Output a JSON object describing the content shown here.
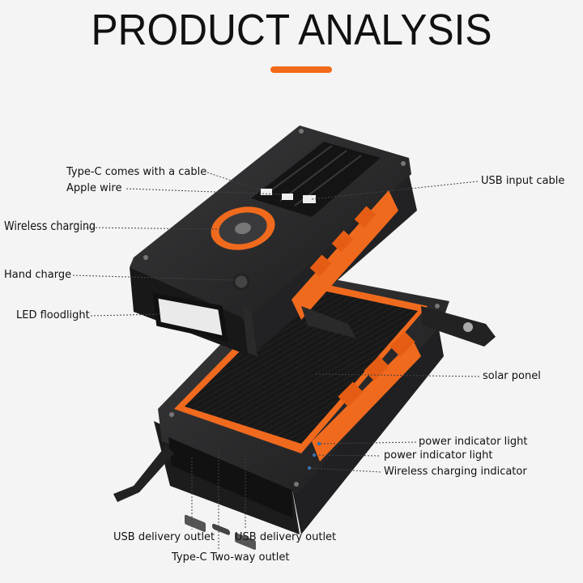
{
  "title": "PRODUCT ANALYSIS",
  "colors": {
    "accent": "#f26a1b",
    "body": "#2a2a2c",
    "dark": "#1a1a1b",
    "orange": "#f06a1e",
    "panel": "#161616"
  },
  "labels": {
    "type_c_cable": "Type-C comes with a cable",
    "apple_wire": "Apple wire",
    "usb_input_cable": "USB input cable",
    "wireless_charging": "Wireless charging",
    "hand_charge": "Hand charge",
    "led_floodlight": "LED floodlight",
    "solar_panel": "solar ponel",
    "power_indicator_1": "power indicator light",
    "power_indicator_2": "power indicator light",
    "wireless_indicator": "Wireless charging indicator",
    "usb_outlet_left": "USB delivery outlet",
    "usb_outlet_right": "USB delivery outlet",
    "type_c_outlet": "Type-C Two-way outlet"
  }
}
